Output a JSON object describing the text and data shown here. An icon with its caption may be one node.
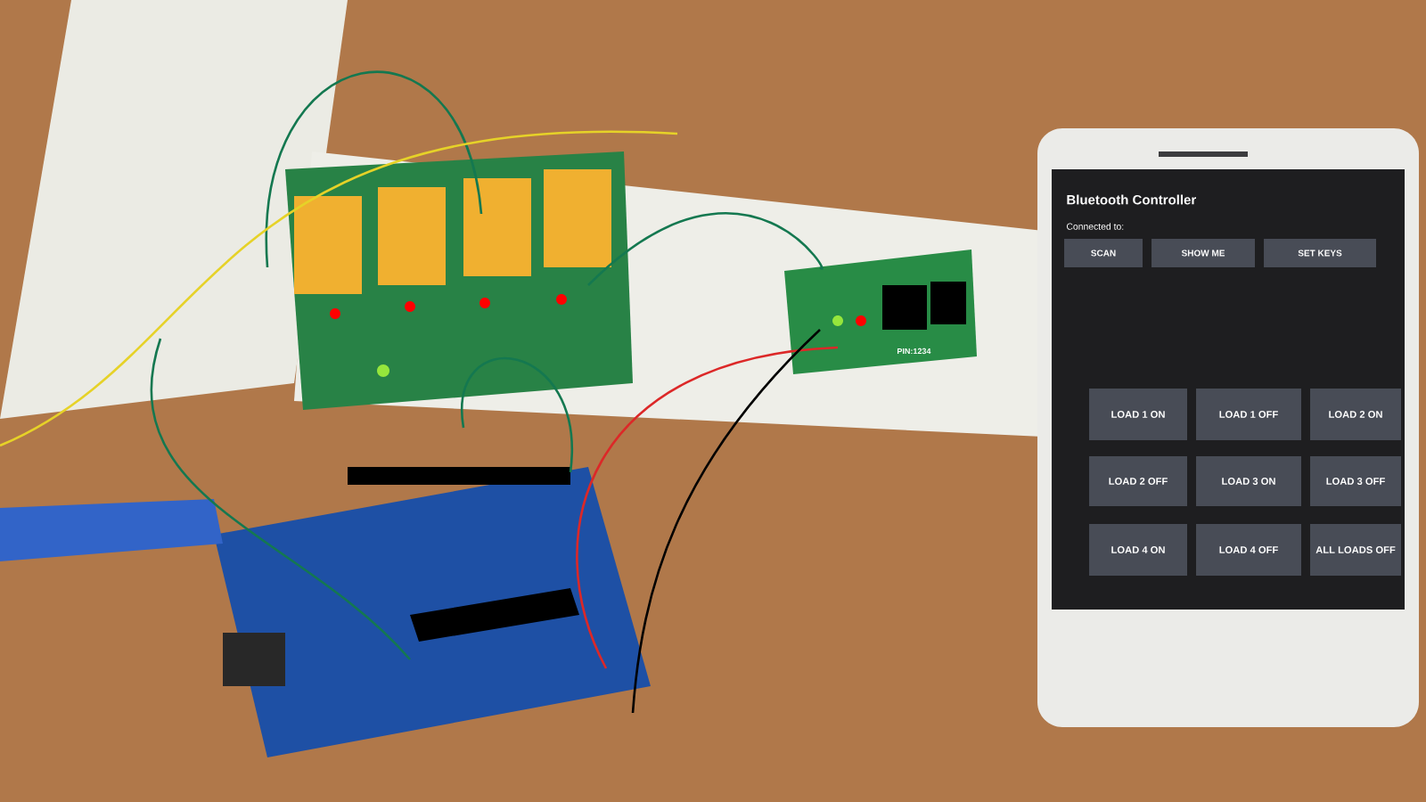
{
  "diagram": {
    "nodes": [
      {
        "text": [
          "SCAN"
        ]
      },
      {
        "text": [
          "SHOW ME"
        ]
      },
      {
        "text": [
          "SET KEYS"
        ]
      },
      {
        "text": [
          "LOAD 1 ON"
        ]
      },
      {
        "text": [
          "LOAD 1 OFF"
        ]
      },
      {
        "text": [
          "LOAD 2 ON"
        ]
      },
      {
        "text": [
          "LOAD 2 OFF"
        ]
      },
      {
        "text": [
          "LOAD 3 ON"
        ]
      },
      {
        "text": [
          "LOAD 3 OFF"
        ]
      },
      {
        "text": [
          "LOAD 4 ON"
        ]
      },
      {
        "text": [
          "LOAD 4 OFF"
        ]
      },
      {
        "text": [
          "ALL LOADS OFF"
        ]
      }
    ],
    "labels": [
      "Bluetooth Controller",
      "Connected to:",
      "PIN:1234"
    ]
  }
}
